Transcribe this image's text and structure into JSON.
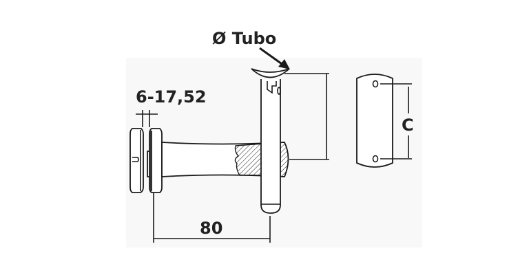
{
  "labels": {
    "tube_diameter": "Ø Tubo",
    "glass_thickness": "6-17,52",
    "projection": "80",
    "hole_spacing": "C"
  },
  "colors": {
    "line": "#1a1a1a",
    "text": "#222222",
    "background_panel": "#f8f8f8"
  }
}
